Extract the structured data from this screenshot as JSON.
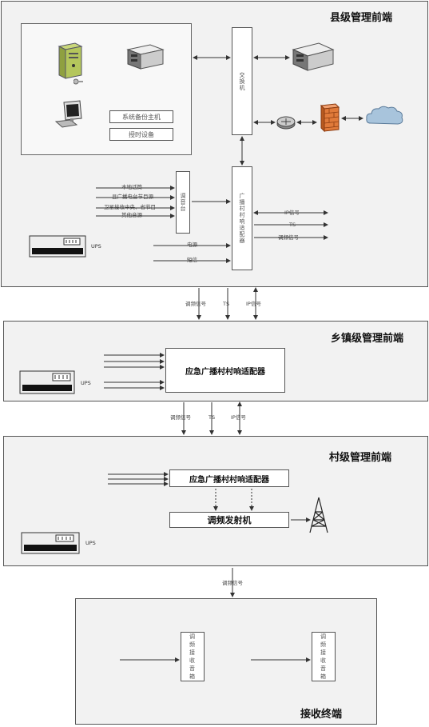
{
  "county": {
    "title": "县级管理前端",
    "switch_label": "交换机",
    "backup_host": "系统备份主机",
    "timing_device": "授时设备",
    "console_label": "调音台",
    "console_inputs": [
      "本地话筒",
      "县广播电台节目源",
      "卫星接收中央、省节目",
      "其他音源"
    ],
    "adapter_label": "广播村村响适配器",
    "adapter_outputs": [
      "IP信号",
      "TS",
      "调频信号"
    ],
    "power_inputs": [
      "电源",
      "短信"
    ],
    "ups_label": "UPS",
    "panel_outputs": [
      "调频信号",
      "TS",
      "IP信号"
    ]
  },
  "township": {
    "title": "乡镇级管理前端",
    "adapter_label": "应急广播村村响适配器",
    "ups_label": "UPS",
    "outputs": [
      "调频信号",
      "TS",
      "IP信号"
    ]
  },
  "village": {
    "title": "村级管理前端",
    "adapter_label": "应急广播村村响适配器",
    "transmitter_label": "调频发射机",
    "ups_label": "UPS",
    "output": "调频信号"
  },
  "terminal": {
    "title": "接收终端",
    "receiver_label": "调频接收音箱",
    "receiver2_label": "调频接收音箱"
  }
}
